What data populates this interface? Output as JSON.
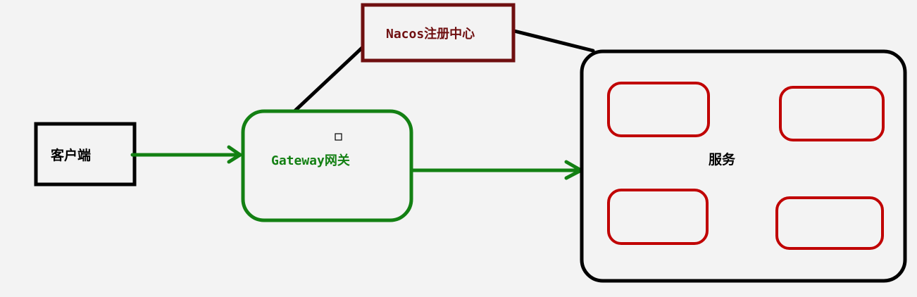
{
  "diagram": {
    "client_label": "客户端",
    "gateway_label": "Gateway网关",
    "registry_label": "Nacos注册中心",
    "services_label": "服务"
  },
  "colors": {
    "background": "#f3f3f3",
    "client_border": "#000000",
    "gateway_border": "#138013",
    "registry_border": "#6f0f10",
    "services_border": "#000000",
    "service_item_border": "#c00000",
    "arrow": "#138013",
    "connector": "#000000"
  }
}
